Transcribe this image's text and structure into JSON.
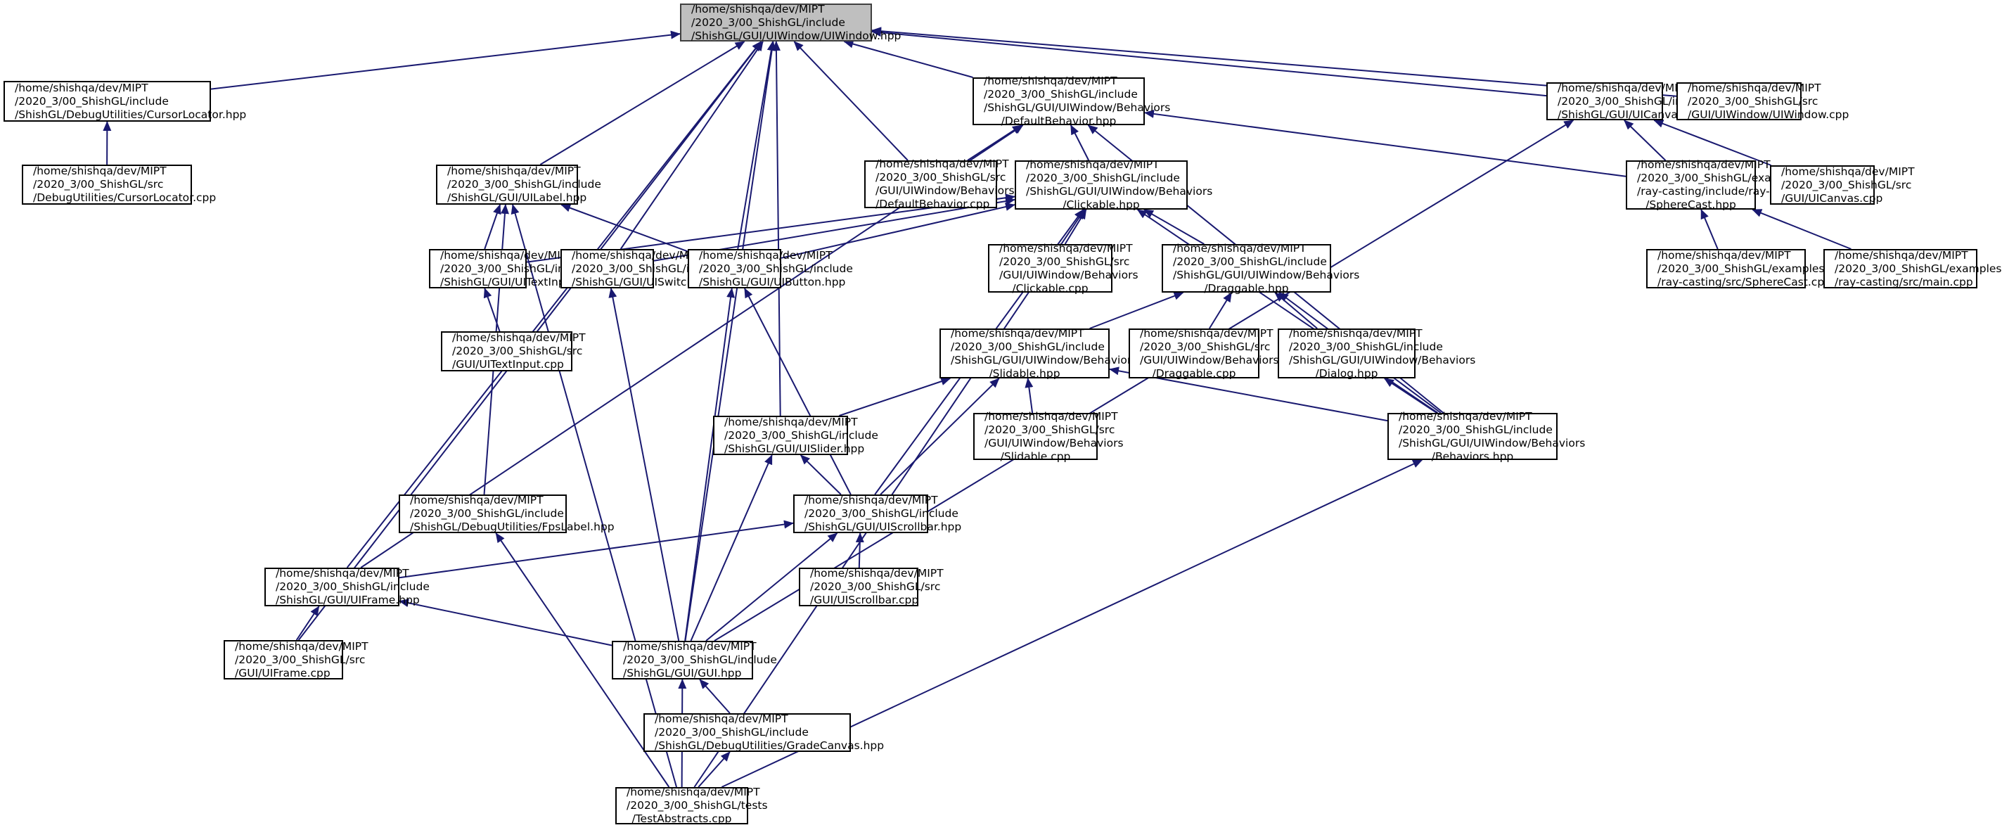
{
  "diagram": {
    "type": "include-dependency-graph",
    "edge_color": "#191970",
    "root_fill": "#bfbfbf",
    "nodes": [
      {
        "id": "uiwindow_hpp",
        "root": true,
        "lines": [
          "/home/shishqa/dev/MIPT",
          "/2020_3/00_ShishGL/include",
          "/ShishGL/GUI/UIWindow/UIWindow.hpp"
        ]
      },
      {
        "id": "cursorlocator_hpp",
        "lines": [
          "/home/shishqa/dev/MIPT",
          "/2020_3/00_ShishGL/include",
          "/ShishGL/DebugUtilities/CursorLocator.hpp"
        ]
      },
      {
        "id": "cursorlocator_cpp",
        "lines": [
          "/home/shishqa/dev/MIPT",
          "/2020_3/00_ShishGL/src",
          "/DebugUtilities/CursorLocator.cpp"
        ]
      },
      {
        "id": "defaultbehavior_hpp",
        "lines": [
          "/home/shishqa/dev/MIPT",
          "/2020_3/00_ShishGL/include",
          "/ShishGL/GUI/UIWindow/Behaviors",
          "/DefaultBehavior.hpp"
        ]
      },
      {
        "id": "uicanvas_hpp",
        "lines": [
          "/home/shishqa/dev/MIPT",
          "/2020_3/00_ShishGL/include",
          "/ShishGL/GUI/UICanvas.hpp"
        ]
      },
      {
        "id": "uiwindow_cpp",
        "lines": [
          "/home/shishqa/dev/MIPT",
          "/2020_3/00_ShishGL/src",
          "/GUI/UIWindow/UIWindow.cpp"
        ]
      },
      {
        "id": "uilabel_hpp",
        "lines": [
          "/home/shishqa/dev/MIPT",
          "/2020_3/00_ShishGL/include",
          "/ShishGL/GUI/UILabel.hpp"
        ]
      },
      {
        "id": "defaultbehavior_cpp",
        "lines": [
          "/home/shishqa/dev/MIPT",
          "/2020_3/00_ShishGL/src",
          "/GUI/UIWindow/Behaviors",
          "/DefaultBehavior.cpp"
        ]
      },
      {
        "id": "clickable_hpp",
        "lines": [
          "/home/shishqa/dev/MIPT",
          "/2020_3/00_ShishGL/include",
          "/ShishGL/GUI/UIWindow/Behaviors",
          "/Clickable.hpp"
        ]
      },
      {
        "id": "spherecast_hpp",
        "lines": [
          "/home/shishqa/dev/MIPT",
          "/2020_3/00_ShishGL/examples",
          "/ray-casting/include/ray-casting",
          "/SphereCast.hpp"
        ]
      },
      {
        "id": "uicanvas_cpp",
        "lines": [
          "/home/shishqa/dev/MIPT",
          "/2020_3/00_ShishGL/src",
          "/GUI/UICanvas.cpp"
        ]
      },
      {
        "id": "uitextinput_hpp",
        "lines": [
          "/home/shishqa/dev/MIPT",
          "/2020_3/00_ShishGL/include",
          "/ShishGL/GUI/UITextInput.hpp"
        ]
      },
      {
        "id": "uiswitch_hpp",
        "lines": [
          "/home/shishqa/dev/MIPT",
          "/2020_3/00_ShishGL/include",
          "/ShishGL/GUI/UISwitch.hpp"
        ]
      },
      {
        "id": "uibutton_hpp",
        "lines": [
          "/home/shishqa/dev/MIPT",
          "/2020_3/00_ShishGL/include",
          "/ShishGL/GUI/UIButton.hpp"
        ]
      },
      {
        "id": "clickable_cpp",
        "lines": [
          "/home/shishqa/dev/MIPT",
          "/2020_3/00_ShishGL/src",
          "/GUI/UIWindow/Behaviors",
          "/Clickable.cpp"
        ]
      },
      {
        "id": "draggable_hpp",
        "lines": [
          "/home/shishqa/dev/MIPT",
          "/2020_3/00_ShishGL/include",
          "/ShishGL/GUI/UIWindow/Behaviors",
          "/Draggable.hpp"
        ]
      },
      {
        "id": "spherecast_cpp",
        "lines": [
          "/home/shishqa/dev/MIPT",
          "/2020_3/00_ShishGL/examples",
          "/ray-casting/src/SphereCast.cpp"
        ]
      },
      {
        "id": "main_cpp",
        "lines": [
          "/home/shishqa/dev/MIPT",
          "/2020_3/00_ShishGL/examples",
          "/ray-casting/src/main.cpp"
        ]
      },
      {
        "id": "uitextinput_cpp",
        "lines": [
          "/home/shishqa/dev/MIPT",
          "/2020_3/00_ShishGL/src",
          "/GUI/UITextInput.cpp"
        ]
      },
      {
        "id": "slidable_hpp",
        "lines": [
          "/home/shishqa/dev/MIPT",
          "/2020_3/00_ShishGL/include",
          "/ShishGL/GUI/UIWindow/Behaviors",
          "/Slidable.hpp"
        ]
      },
      {
        "id": "draggable_cpp",
        "lines": [
          "/home/shishqa/dev/MIPT",
          "/2020_3/00_ShishGL/src",
          "/GUI/UIWindow/Behaviors",
          "/Draggable.cpp"
        ]
      },
      {
        "id": "dialog_hpp",
        "lines": [
          "/home/shishqa/dev/MIPT",
          "/2020_3/00_ShishGL/include",
          "/ShishGL/GUI/UIWindow/Behaviors",
          "/Dialog.hpp"
        ]
      },
      {
        "id": "uislider_hpp",
        "lines": [
          "/home/shishqa/dev/MIPT",
          "/2020_3/00_ShishGL/include",
          "/ShishGL/GUI/UISlider.hpp"
        ]
      },
      {
        "id": "slidable_cpp",
        "lines": [
          "/home/shishqa/dev/MIPT",
          "/2020_3/00_ShishGL/src",
          "/GUI/UIWindow/Behaviors",
          "/Slidable.cpp"
        ]
      },
      {
        "id": "behaviors_hpp",
        "lines": [
          "/home/shishqa/dev/MIPT",
          "/2020_3/00_ShishGL/include",
          "/ShishGL/GUI/UIWindow/Behaviors",
          "/Behaviors.hpp"
        ]
      },
      {
        "id": "fpslabel_hpp",
        "lines": [
          "/home/shishqa/dev/MIPT",
          "/2020_3/00_ShishGL/include",
          "/ShishGL/DebugUtilities/FpsLabel.hpp"
        ]
      },
      {
        "id": "uiscrollbar_hpp",
        "lines": [
          "/home/shishqa/dev/MIPT",
          "/2020_3/00_ShishGL/include",
          "/ShishGL/GUI/UIScrollbar.hpp"
        ]
      },
      {
        "id": "uiframe_hpp",
        "lines": [
          "/home/shishqa/dev/MIPT",
          "/2020_3/00_ShishGL/include",
          "/ShishGL/GUI/UIFrame.hpp"
        ]
      },
      {
        "id": "uiscrollbar_cpp",
        "lines": [
          "/home/shishqa/dev/MIPT",
          "/2020_3/00_ShishGL/src",
          "/GUI/UIScrollbar.cpp"
        ]
      },
      {
        "id": "uiframe_cpp",
        "lines": [
          "/home/shishqa/dev/MIPT",
          "/2020_3/00_ShishGL/src",
          "/GUI/UIFrame.cpp"
        ]
      },
      {
        "id": "gui_hpp",
        "lines": [
          "/home/shishqa/dev/MIPT",
          "/2020_3/00_ShishGL/include",
          "/ShishGL/GUI/GUI.hpp"
        ]
      },
      {
        "id": "gradecanvas_hpp",
        "lines": [
          "/home/shishqa/dev/MIPT",
          "/2020_3/00_ShishGL/include",
          "/ShishGL/DebugUtilities/GradeCanvas.hpp"
        ]
      },
      {
        "id": "testabstracts_cpp",
        "lines": [
          "/home/shishqa/dev/MIPT",
          "/2020_3/00_ShishGL/tests",
          "/TestAbstracts.cpp"
        ]
      }
    ],
    "edges": [
      [
        "cursorlocator_hpp",
        "uiwindow_hpp"
      ],
      [
        "cursorlocator_cpp",
        "cursorlocator_hpp"
      ],
      [
        "defaultbehavior_hpp",
        "uiwindow_hpp"
      ],
      [
        "uicanvas_hpp",
        "uiwindow_hpp"
      ],
      [
        "uiwindow_cpp",
        "uiwindow_hpp"
      ],
      [
        "uilabel_hpp",
        "uiwindow_hpp"
      ],
      [
        "defaultbehavior_cpp",
        "uiwindow_hpp"
      ],
      [
        "defaultbehavior_cpp",
        "defaultbehavior_hpp"
      ],
      [
        "clickable_hpp",
        "defaultbehavior_hpp"
      ],
      [
        "spherecast_hpp",
        "defaultbehavior_hpp"
      ],
      [
        "spherecast_hpp",
        "uicanvas_hpp"
      ],
      [
        "uicanvas_cpp",
        "uicanvas_hpp"
      ],
      [
        "uitextinput_hpp",
        "uilabel_hpp"
      ],
      [
        "uitextinput_hpp",
        "clickable_hpp"
      ],
      [
        "uiswitch_hpp",
        "uiwindow_hpp"
      ],
      [
        "uiswitch_hpp",
        "clickable_hpp"
      ],
      [
        "uibutton_hpp",
        "uiwindow_hpp"
      ],
      [
        "uibutton_hpp",
        "uilabel_hpp"
      ],
      [
        "uibutton_hpp",
        "clickable_hpp"
      ],
      [
        "clickable_cpp",
        "clickable_hpp"
      ],
      [
        "draggable_hpp",
        "clickable_hpp"
      ],
      [
        "spherecast_cpp",
        "spherecast_hpp"
      ],
      [
        "main_cpp",
        "spherecast_hpp"
      ],
      [
        "uitextinput_cpp",
        "uitextinput_hpp"
      ],
      [
        "slidable_hpp",
        "draggable_hpp"
      ],
      [
        "draggable_cpp",
        "draggable_hpp"
      ],
      [
        "dialog_hpp",
        "draggable_hpp"
      ],
      [
        "uislider_hpp",
        "uiwindow_hpp"
      ],
      [
        "uislider_hpp",
        "slidable_hpp"
      ],
      [
        "slidable_cpp",
        "slidable_hpp"
      ],
      [
        "behaviors_hpp",
        "defaultbehavior_hpp"
      ],
      [
        "behaviors_hpp",
        "clickable_hpp"
      ],
      [
        "behaviors_hpp",
        "draggable_hpp"
      ],
      [
        "behaviors_hpp",
        "slidable_hpp"
      ],
      [
        "behaviors_hpp",
        "dialog_hpp"
      ],
      [
        "fpslabel_hpp",
        "uilabel_hpp"
      ],
      [
        "uiscrollbar_hpp",
        "uibutton_hpp"
      ],
      [
        "uiscrollbar_hpp",
        "clickable_hpp"
      ],
      [
        "uiscrollbar_hpp",
        "slidable_hpp"
      ],
      [
        "uiscrollbar_hpp",
        "uislider_hpp"
      ],
      [
        "uiframe_hpp",
        "uiwindow_hpp"
      ],
      [
        "uiframe_hpp",
        "defaultbehavior_hpp"
      ],
      [
        "uiframe_hpp",
        "uiscrollbar_hpp"
      ],
      [
        "uiscrollbar_cpp",
        "uiscrollbar_hpp"
      ],
      [
        "uiframe_cpp",
        "uiwindow_hpp"
      ],
      [
        "uiframe_cpp",
        "uiframe_hpp"
      ],
      [
        "gui_hpp",
        "uiwindow_hpp"
      ],
      [
        "gui_hpp",
        "uicanvas_hpp"
      ],
      [
        "gui_hpp",
        "uiswitch_hpp"
      ],
      [
        "gui_hpp",
        "uibutton_hpp"
      ],
      [
        "gui_hpp",
        "uislider_hpp"
      ],
      [
        "gui_hpp",
        "uiscrollbar_hpp"
      ],
      [
        "gui_hpp",
        "uiframe_hpp"
      ],
      [
        "gradecanvas_hpp",
        "gui_hpp"
      ],
      [
        "testabstracts_cpp",
        "uilabel_hpp"
      ],
      [
        "testabstracts_cpp",
        "fpslabel_hpp"
      ],
      [
        "testabstracts_cpp",
        "gui_hpp"
      ],
      [
        "testabstracts_cpp",
        "gradecanvas_hpp"
      ],
      [
        "testabstracts_cpp",
        "clickable_hpp"
      ],
      [
        "testabstracts_cpp",
        "behaviors_hpp"
      ]
    ]
  }
}
